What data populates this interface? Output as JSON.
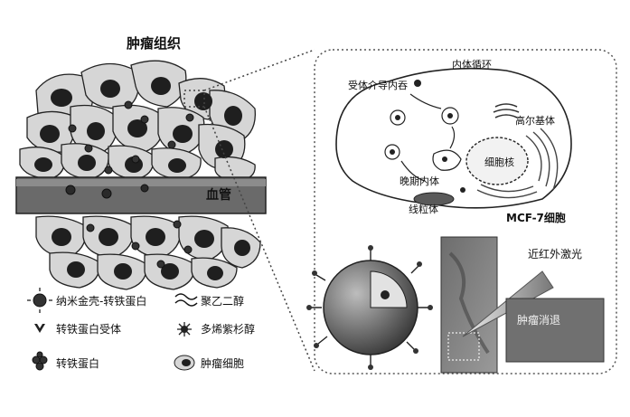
{
  "title": "肿瘤组织",
  "vessel_label": "血管",
  "cell_panel": {
    "labels": {
      "endocytosis_cycle": "内体循环",
      "receptor_endocytosis": "受体介导内吞",
      "golgi": "高尔基体",
      "nucleus": "细胞核",
      "late_endosome": "晚期内体",
      "mitochondria": "线粒体",
      "cell_name": "MCF-7细胞"
    }
  },
  "laser_label": "近红外激光",
  "tumor_regression_label": "肿瘤消退",
  "legend": {
    "items": [
      {
        "icon": "nanoshell-icon",
        "label": "纳米金壳-转铁蛋白"
      },
      {
        "icon": "peg-icon",
        "label": "聚乙二醇"
      },
      {
        "icon": "receptor-icon",
        "label": "转铁蛋白受体"
      },
      {
        "icon": "docetaxel-icon",
        "label": "多烯紫杉醇"
      },
      {
        "icon": "transferrin-icon",
        "label": "转铁蛋白"
      },
      {
        "icon": "tumor-cell-icon",
        "label": "肿瘤细胞"
      }
    ]
  },
  "colors": {
    "cell_fill": "#d6d6d6",
    "nucleus_fill": "#1f1f1f",
    "vessel_fill": "#6a6a6a",
    "outline": "#222222"
  }
}
